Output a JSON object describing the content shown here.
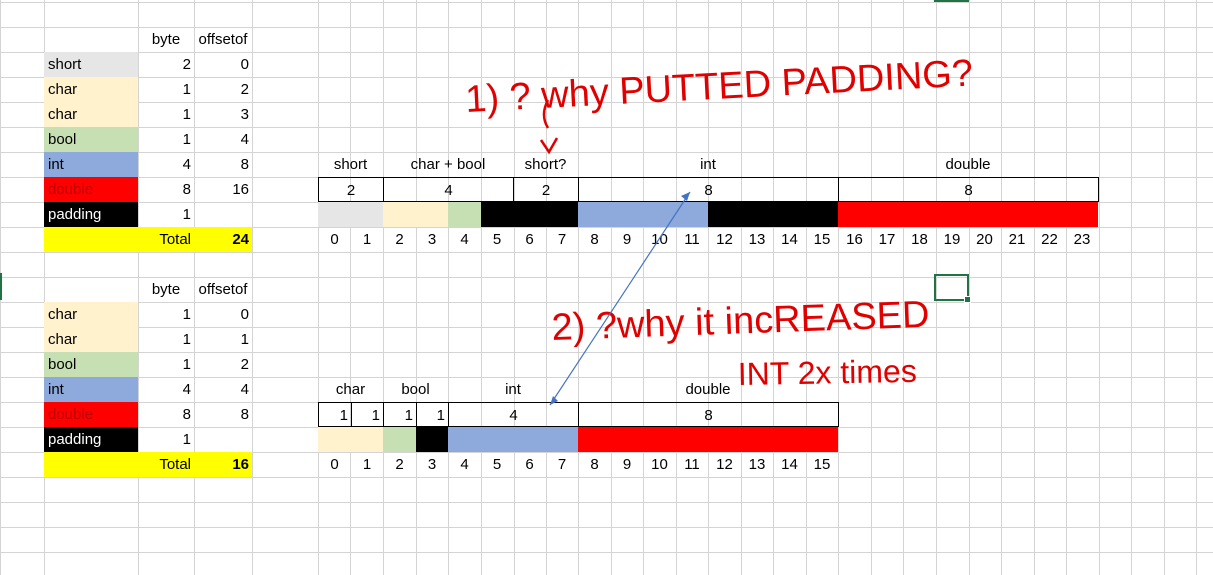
{
  "colors": {
    "short": "#e7e6e6",
    "char": "#fff2cc",
    "bool": "#c6e0b4",
    "int": "#8ea9db",
    "double": "#ff0000",
    "padding": "#000000",
    "total": "#ffff00",
    "annotation": "#e00000",
    "arrow": "#4472c4",
    "grid": "#d4d4d4",
    "selection": "#217346"
  },
  "table1": {
    "col_byte": "byte",
    "col_offset": "offsetof",
    "rows": [
      {
        "type": "short",
        "byte": "2",
        "offset": "0"
      },
      {
        "type": "char",
        "byte": "1",
        "offset": "2"
      },
      {
        "type": "char",
        "byte": "1",
        "offset": "3"
      },
      {
        "type": "bool",
        "byte": "1",
        "offset": "4"
      },
      {
        "type": "int",
        "byte": "4",
        "offset": "8"
      },
      {
        "type": "double",
        "byte": "8",
        "offset": "16"
      },
      {
        "type": "padding",
        "byte": "1",
        "offset": ""
      }
    ],
    "total_label": "Total",
    "total_value": "24"
  },
  "table2": {
    "col_byte": "byte",
    "col_offset": "offsetof",
    "rows": [
      {
        "type": "char",
        "byte": "1",
        "offset": "0"
      },
      {
        "type": "char",
        "byte": "1",
        "offset": "1"
      },
      {
        "type": "bool",
        "byte": "1",
        "offset": "2"
      },
      {
        "type": "int",
        "byte": "4",
        "offset": "4"
      },
      {
        "type": "double",
        "byte": "8",
        "offset": "8"
      },
      {
        "type": "padding",
        "byte": "1",
        "offset": ""
      }
    ],
    "total_label": "Total",
    "total_value": "16"
  },
  "layout1": {
    "headers": [
      {
        "label": "short",
        "start": 0,
        "span": 2
      },
      {
        "label": "char + bool",
        "start": 2,
        "span": 4
      },
      {
        "label": "short?",
        "start": 6,
        "span": 2
      },
      {
        "label": "int",
        "start": 8,
        "span": 8
      },
      {
        "label": "double",
        "start": 16,
        "span": 8
      }
    ],
    "sizes": [
      {
        "label": "2",
        "start": 0,
        "span": 2
      },
      {
        "label": "4",
        "start": 2,
        "span": 4
      },
      {
        "label": "2",
        "start": 6,
        "span": 2
      },
      {
        "label": "8",
        "start": 8,
        "span": 8
      },
      {
        "label": "8",
        "start": 16,
        "span": 8
      }
    ],
    "fills": [
      {
        "type": "short",
        "start": 0,
        "span": 2
      },
      {
        "type": "char",
        "start": 2,
        "span": 2
      },
      {
        "type": "bool",
        "start": 4,
        "span": 1
      },
      {
        "type": "padding",
        "start": 5,
        "span": 3
      },
      {
        "type": "int",
        "start": 8,
        "span": 4
      },
      {
        "type": "padding",
        "start": 12,
        "span": 4
      },
      {
        "type": "double",
        "start": 16,
        "span": 8
      }
    ],
    "indices": [
      "0",
      "1",
      "2",
      "3",
      "4",
      "5",
      "6",
      "7",
      "8",
      "9",
      "10",
      "11",
      "12",
      "13",
      "14",
      "15",
      "16",
      "17",
      "18",
      "19",
      "20",
      "21",
      "22",
      "23"
    ]
  },
  "layout2": {
    "headers": [
      {
        "label": "char",
        "start": 0,
        "span": 2
      },
      {
        "label": "bool",
        "start": 2,
        "span": 2
      },
      {
        "label": "int",
        "start": 4,
        "span": 4
      },
      {
        "label": "double",
        "start": 8,
        "span": 8
      }
    ],
    "sizes": [
      {
        "label": "1",
        "start": 0,
        "span": 1
      },
      {
        "label": "1",
        "start": 1,
        "span": 1
      },
      {
        "label": "1",
        "start": 2,
        "span": 1
      },
      {
        "label": "1",
        "start": 3,
        "span": 1
      },
      {
        "label": "4",
        "start": 4,
        "span": 4
      },
      {
        "label": "8",
        "start": 8,
        "span": 8
      }
    ],
    "fills": [
      {
        "type": "char",
        "start": 0,
        "span": 2
      },
      {
        "type": "bool",
        "start": 2,
        "span": 1
      },
      {
        "type": "padding",
        "start": 3,
        "span": 1
      },
      {
        "type": "int",
        "start": 4,
        "span": 4
      },
      {
        "type": "double",
        "start": 8,
        "span": 8
      }
    ],
    "indices": [
      "0",
      "1",
      "2",
      "3",
      "4",
      "5",
      "6",
      "7",
      "8",
      "9",
      "10",
      "11",
      "12",
      "13",
      "14",
      "15"
    ]
  },
  "annotations": {
    "question1": "1) ? why PUTTED PADDING?",
    "question2_line1": "2) ?why it incREASED",
    "question2_line2": "INT 2x times"
  }
}
